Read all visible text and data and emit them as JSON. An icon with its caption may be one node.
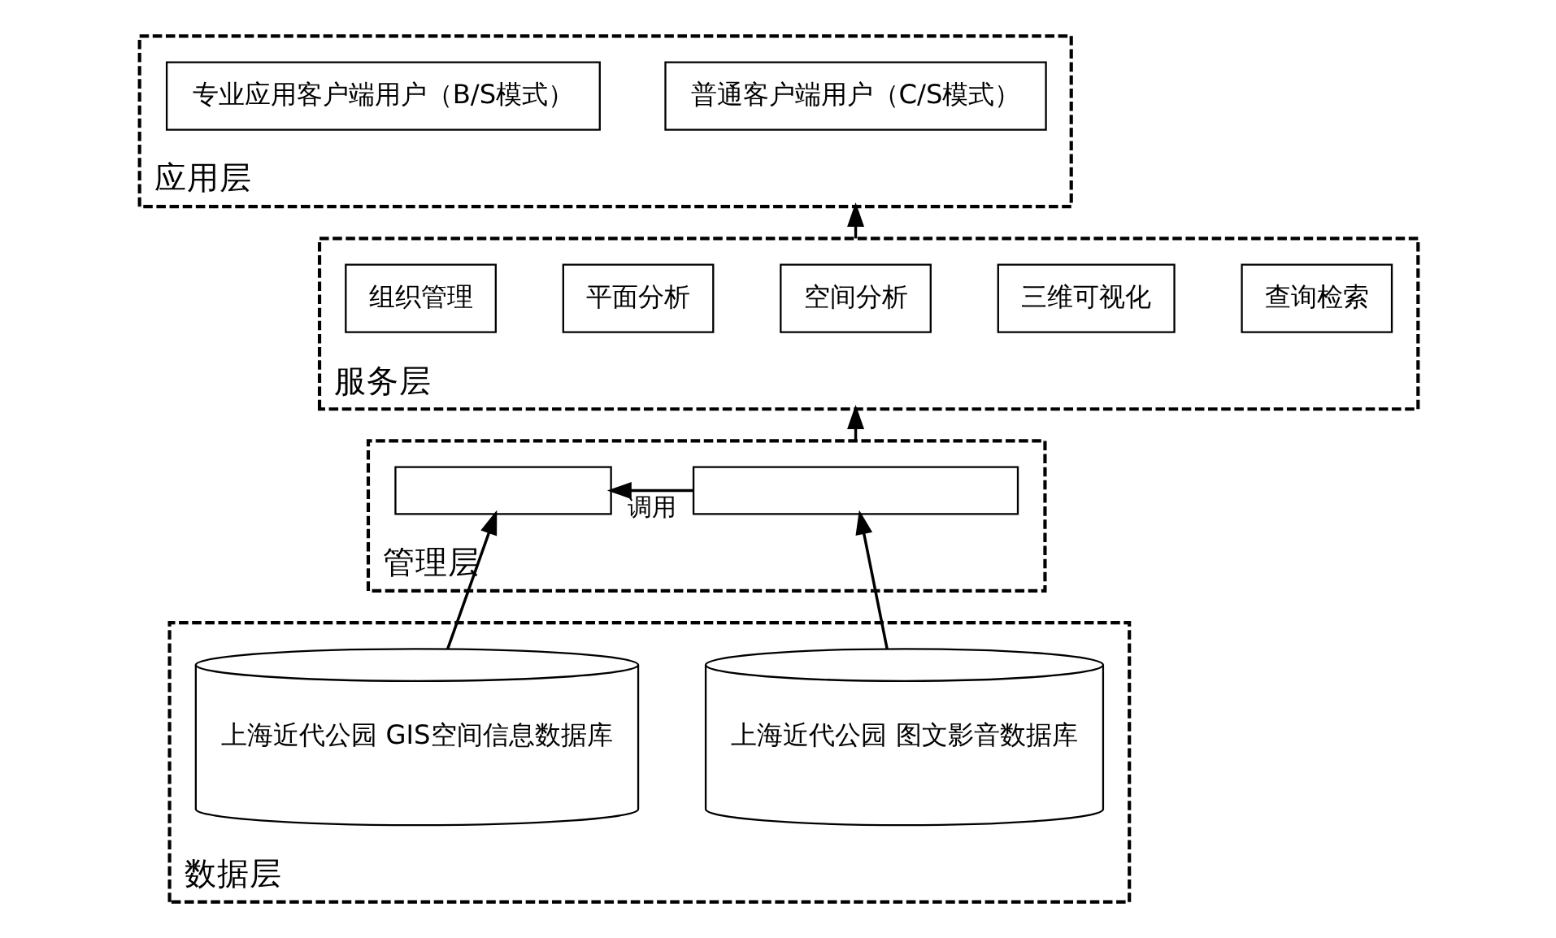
{
  "diagram": {
    "nodes": [
      {
        "text": [
          "应用层"
        ]
      },
      {
        "text": [
          "专业应用客户端用户（B/S模式）"
        ],
        "in": 0
      },
      {
        "text": [
          "普通客户端用户（C/S模式）"
        ],
        "in": 0
      },
      {
        "text": [
          "服务层"
        ]
      },
      {
        "text": [
          "组织管理"
        ],
        "in": 3
      },
      {
        "text": [
          "平面分析"
        ],
        "in": 3
      },
      {
        "text": [
          "空间分析"
        ],
        "in": 3
      },
      {
        "text": [
          "三维可视化"
        ],
        "in": 3
      },
      {
        "text": [
          "查询检索"
        ],
        "in": 3
      },
      {
        "text": [
          "管理层"
        ]
      },
      {
        "text": [],
        "shape": "box",
        "in": 9
      },
      {
        "text": [],
        "shape": "box",
        "in": 9
      },
      {
        "text": [
          "数据层"
        ]
      },
      {
        "text": [
          "上海近代公园 GIS空间信息数据库"
        ],
        "in": 12
      },
      {
        "text": [
          "上海近代公园 图文影音数据库"
        ],
        "in": 12
      }
    ],
    "edges": [
      {
        "from": 3,
        "to": 0,
        "arrow": "to"
      },
      {
        "from": 9,
        "to": 3,
        "arrow": "to"
      },
      {
        "from": 11,
        "to": 10,
        "arrow": "to",
        "label": "调用"
      },
      {
        "from": 13,
        "to": 10,
        "arrow": "to"
      },
      {
        "from": 14,
        "to": 11,
        "arrow": "to"
      }
    ]
  }
}
